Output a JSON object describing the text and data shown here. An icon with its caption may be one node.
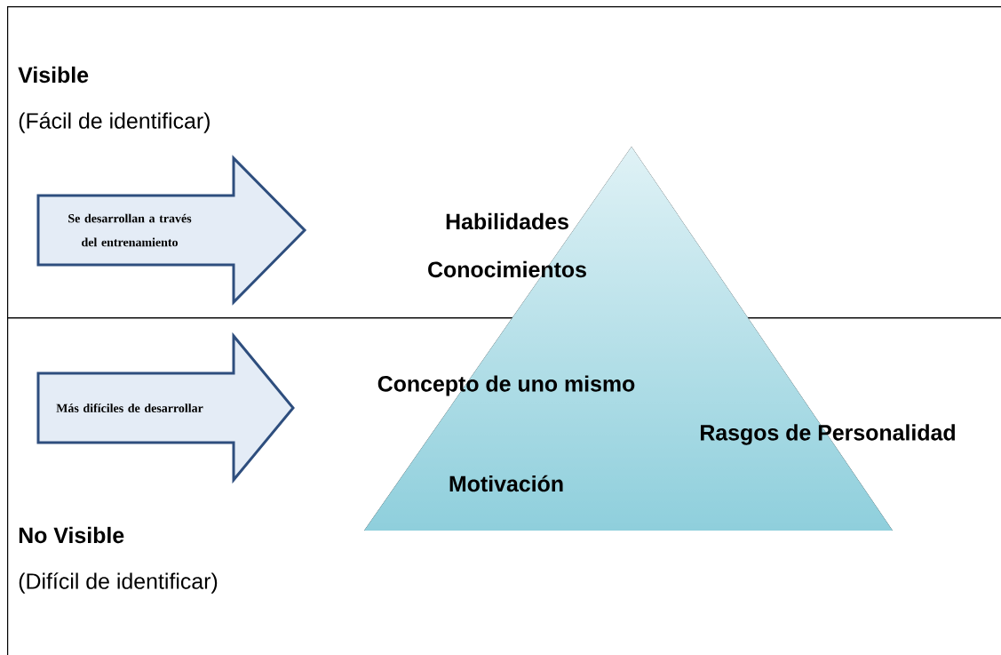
{
  "diagram": {
    "nodes": [
      {
        "text": [
          "Visible",
          "(Fácil de identificar)"
        ]
      },
      {
        "text": [
          "No Visible",
          "(Difícil de identificar)"
        ]
      },
      {
        "text": [
          "Se desarrollan a través del entrenamiento"
        ],
        "in": 0
      },
      {
        "text": [
          "Más difíciles de desarrollar"
        ],
        "in": 1
      },
      {
        "text": [],
        "shape": "triangle"
      }
    ],
    "labels": [
      "Habilidades",
      "Conocimientos",
      "Concepto de uno mismo",
      "Rasgos de Personalidad",
      "Motivación"
    ]
  }
}
